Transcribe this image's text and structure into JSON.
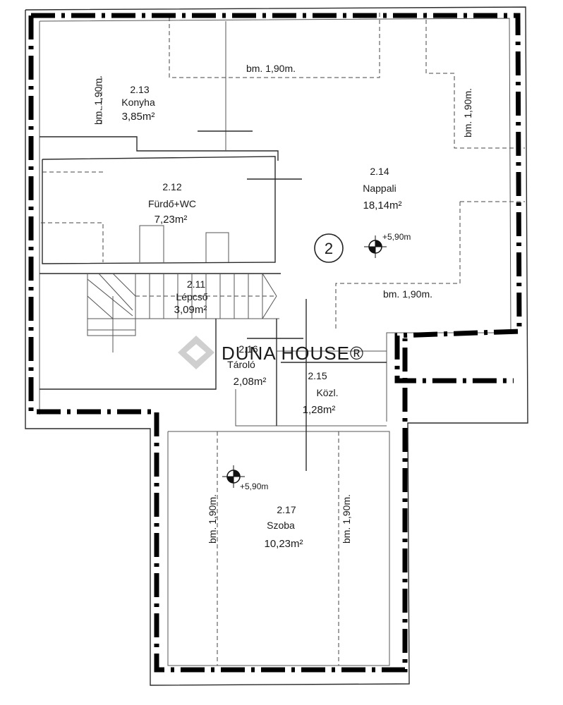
{
  "plan": {
    "marker": "2",
    "rooms": [
      {
        "id": "kitchen",
        "number": "2.13",
        "name": "Konyha",
        "area": "3,85m²"
      },
      {
        "id": "bath",
        "number": "2.12",
        "name": "Fürdő+WC",
        "area": "7,23m²"
      },
      {
        "id": "living",
        "number": "2.14",
        "name": "Nappali",
        "area": "18,14m²"
      },
      {
        "id": "stairs",
        "number": "2.11",
        "name": "Lépcső",
        "area": "3,09m²"
      },
      {
        "id": "storage",
        "number": "2.16",
        "name": "Tároló",
        "area": "2,08m²"
      },
      {
        "id": "corridor",
        "number": "2.15",
        "name": "Közl.",
        "area": "1,28m²"
      },
      {
        "id": "room",
        "number": "2.17",
        "name": "Szoba",
        "area": "10,23m²"
      }
    ],
    "height_notes": {
      "kitchen_left": "bm. 1,90m.",
      "top_middle": "bm. 1,90m.",
      "right": "bm. 1,90m.",
      "living_bottom": "bm. 1,90m.",
      "room_left": "bm. 1,90m.",
      "room_right": "bm. 1,90m."
    },
    "elevations": {
      "living": "+5,90m",
      "room": "+5,90m"
    },
    "watermark": "DUNA HOUSE®"
  }
}
